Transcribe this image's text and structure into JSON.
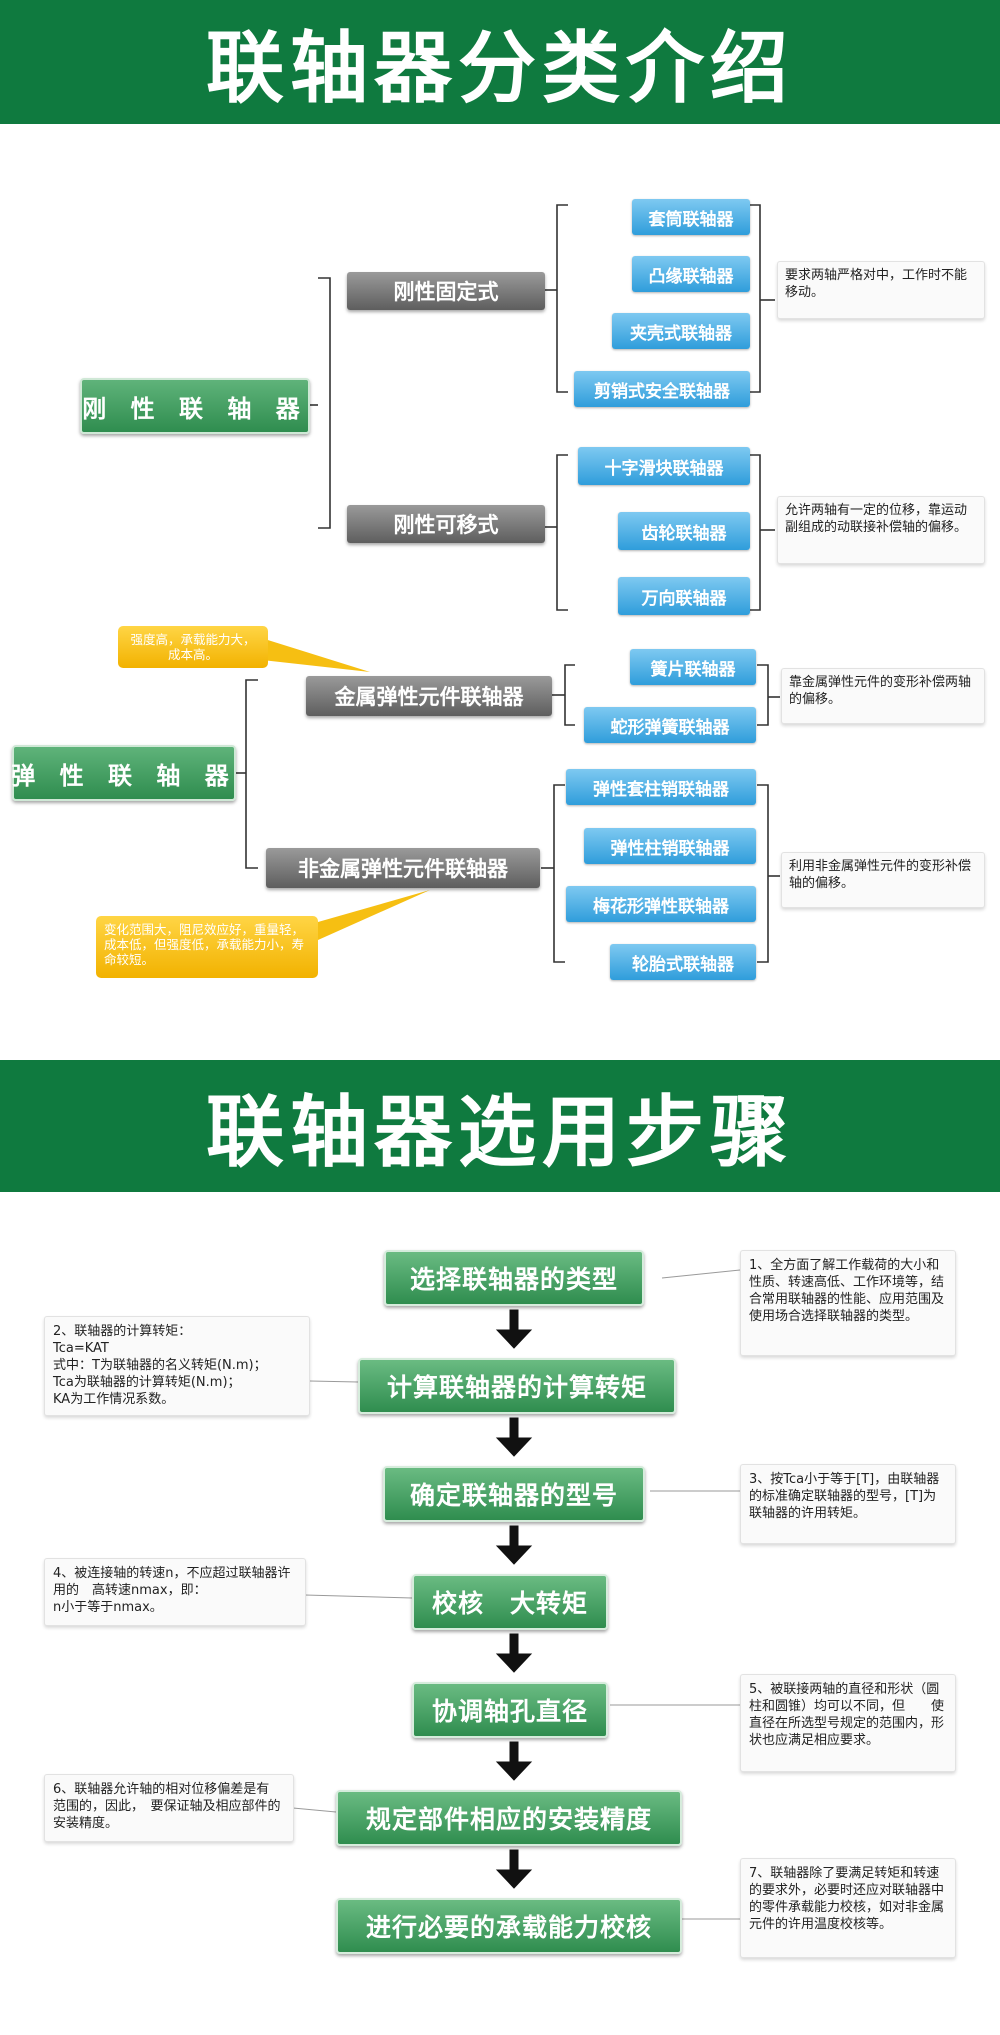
{
  "section1": {
    "title": "联轴器分类介绍"
  },
  "section2": {
    "title": "联轴器选用步骤"
  },
  "classification": {
    "rigid": {
      "label": "刚 性 联 轴 器",
      "fixed": {
        "label": "刚性固定式",
        "items": [
          "套筒联轴器",
          "凸缘联轴器",
          "夹壳式联轴器",
          "剪销式安全联轴器"
        ],
        "note": "要求两轴严格对中，工作时不能移动。"
      },
      "movable": {
        "label": "刚性可移式",
        "items": [
          "十字滑块联轴器",
          "齿轮联轴器",
          "万向联轴器"
        ],
        "note": "允许两轴有一定的位移，靠运动副组成的动联接补偿轴的偏移。"
      }
    },
    "elastic": {
      "label": "弹 性 联 轴 器",
      "metal": {
        "label": "金属弹性元件联轴器",
        "items": [
          "簧片联轴器",
          "蛇形弹簧联轴器"
        ],
        "note": "靠金属弹性元件的变形补偿两轴的偏移。",
        "callout": "强度高，承载能力大，成本高。"
      },
      "nonmetal": {
        "label": "非金属弹性元件联轴器",
        "items": [
          "弹性套柱销联轴器",
          "弹性柱销联轴器",
          "梅花形弹性联轴器",
          "轮胎式联轴器"
        ],
        "note": "利用非金属弹性元件的变形补偿轴的偏移。",
        "callout": "变化范围大，阻尼效应好，重量轻，成本低，但强度低，承载能力小，寿命较短。"
      }
    }
  },
  "steps": [
    {
      "label": "选择联轴器的类型",
      "note": "1、全方面了解工作载荷的大小和性质、转速高低、工作环境等，结合常用联轴器的性能、应用范围及使用场合选择联轴器的类型。"
    },
    {
      "label": "计算联轴器的计算转矩",
      "note": "2、联轴器的计算转矩：\nTca=KAT\n式中：T为联轴器的名义转矩(N.m)；\nTca为联轴器的计算转矩(N.m)；\nKA为工作情况系数。"
    },
    {
      "label": "确定联轴器的型号",
      "note": "3、按Tca小于等于[T]，由联轴器的标准确定联轴器的型号，[T]为联轴器的许用转矩。"
    },
    {
      "label": "校核　大转矩",
      "note": "4、被连接轴的转速n，不应超过联轴器许用的　高转速nmax，即：\nn小于等于nmax。"
    },
    {
      "label": "协调轴孔直径",
      "note": "5、被联接两轴的直径和形状（圆柱和圆锥）均可以不同，但　　使直径在所选型号规定的范围内，形状也应满足相应要求。"
    },
    {
      "label": "规定部件相应的安装精度",
      "note": "6、联轴器允许轴的相对位移偏差是有　　范围的，因此，　要保证轴及相应部件的安装精度。"
    },
    {
      "label": "进行必要的承载能力校核",
      "note": "7、联轴器除了要满足转矩和转速的要求外，必要时还应对联轴器中的零件承载能力校核，如对非金属元件的许用温度校核等。"
    }
  ]
}
